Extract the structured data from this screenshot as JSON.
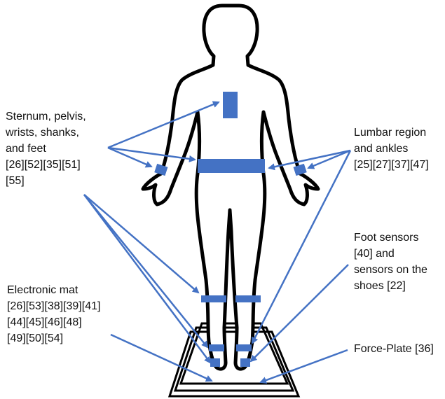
{
  "labels": {
    "sternum": {
      "line1": "Sternum, pelvis,",
      "line2": "wrists, shanks,",
      "line3": "and feet",
      "line4": "[26][52][35][51]",
      "line5": "[55]"
    },
    "lumbar": {
      "line1": "Lumbar region",
      "line2": "and ankles",
      "line3": "[25][27][37][47]"
    },
    "foot_sensors": {
      "line1": "Foot sensors",
      "line2": "[40] and",
      "line3": "sensors on the",
      "line4": "shoes [22]"
    },
    "mat": {
      "line1": "Electronic mat",
      "line2": "[26][53][38][39][41]",
      "line3": "[44][45][46][48]",
      "line4": "[49][50][54]"
    },
    "force_plate": {
      "line1": "Force-Plate [36]"
    }
  },
  "colors": {
    "sensor": "#4472c4",
    "arrow": "#4472c4",
    "outline": "#000000",
    "text": "#111111"
  }
}
